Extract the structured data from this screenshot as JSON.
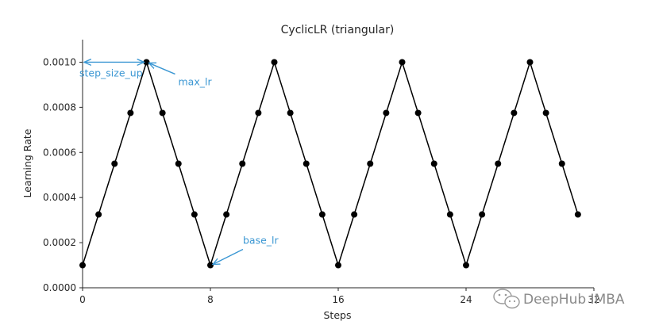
{
  "chart_data": {
    "type": "line",
    "title": "CyclicLR (triangular)",
    "xlabel": "Steps",
    "ylabel": "Learning Rate",
    "xlim": [
      0,
      32
    ],
    "ylim": [
      0,
      0.0011
    ],
    "xticks": [
      0,
      8,
      16,
      24,
      32
    ],
    "xtick_labels": [
      "0",
      "8",
      "16",
      "24",
      "32"
    ],
    "yticks": [
      0.0,
      0.0002,
      0.0004,
      0.0006,
      0.0008,
      0.001
    ],
    "ytick_labels": [
      "0.0000",
      "0.0002",
      "0.0004",
      "0.0006",
      "0.0008",
      "0.0010"
    ],
    "grid": false,
    "line_color": "#000000",
    "annotation_color": "#3b97d3",
    "series": [
      {
        "x": [
          0,
          1,
          2,
          3,
          4,
          5,
          6,
          7,
          8,
          9,
          10,
          11,
          12,
          13,
          14,
          15,
          16,
          17,
          18,
          19,
          20,
          21,
          22,
          23,
          24,
          25,
          26,
          27,
          28,
          29,
          30,
          31
        ],
        "values": [
          0.0001,
          0.000325,
          0.00055,
          0.000775,
          0.001,
          0.000775,
          0.00055,
          0.000325,
          0.0001,
          0.000325,
          0.00055,
          0.000775,
          0.001,
          0.000775,
          0.00055,
          0.000325,
          0.0001,
          0.000325,
          0.00055,
          0.000775,
          0.001,
          0.000775,
          0.00055,
          0.000325,
          0.0001,
          0.000325,
          0.00055,
          0.000775,
          0.001,
          0.000775,
          0.00055,
          0.000325
        ]
      }
    ],
    "annotations": {
      "step_size_up": {
        "text": "step_size_up",
        "from_x": 0,
        "to_x": 4,
        "y": 0.001
      },
      "max_lr": {
        "text": "max_lr",
        "x": 4,
        "y": 0.001
      },
      "base_lr": {
        "text": "base_lr",
        "x": 8,
        "y": 0.0001
      }
    }
  },
  "watermark": {
    "text": "DeepHub IMBA",
    "icon": "wechat-icon"
  }
}
